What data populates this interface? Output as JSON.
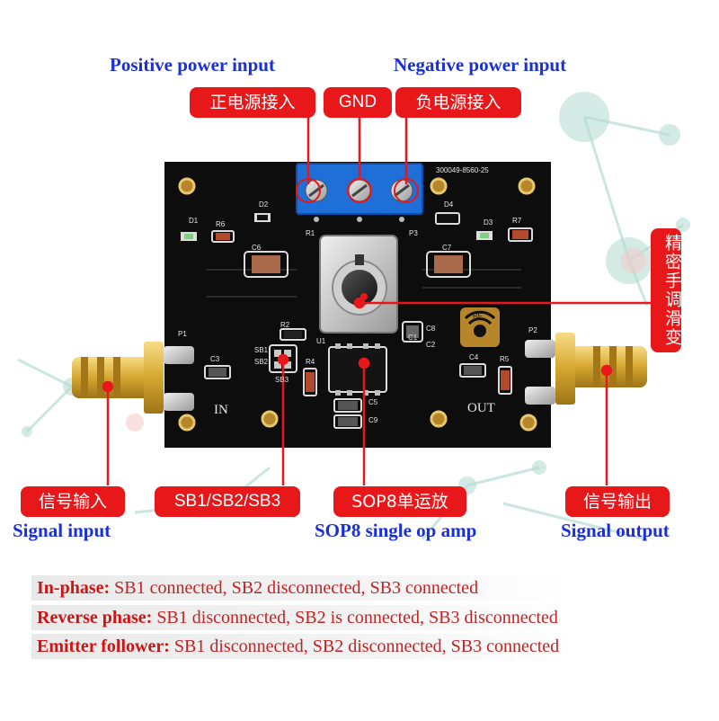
{
  "callouts": {
    "positive_power_en": "Positive power input",
    "negative_power_en": "Negative power input",
    "positive_power_cn": "正电源接入",
    "gnd": "GND",
    "negative_power_cn": "负电源接入",
    "precision_pot_cn": "精密手调滑变",
    "signal_input_cn": "信号输入",
    "signal_input_en": "Signal input",
    "solder_bridges": "SB1/SB2/SB3",
    "opamp_cn": "SOP8单运放",
    "opamp_en": "SOP8 single op amp",
    "signal_output_cn": "信号输出",
    "signal_output_en": "Signal output"
  },
  "board": {
    "code": "300049-8560-25",
    "in_label": "IN",
    "out_label": "OUT",
    "silkscreen": {
      "d1": "D1",
      "d2": "D2",
      "d3": "D3",
      "d4": "D4",
      "r1": "R1",
      "r2": "R2",
      "r4": "R4",
      "r5": "R5",
      "r6": "R6",
      "r7": "R7",
      "c1": "C1",
      "c2": "C2",
      "c3": "C3",
      "c4": "C4",
      "c5": "C5",
      "c6": "C6",
      "c7": "C7",
      "c8": "C8",
      "c9": "C9",
      "p1": "P1",
      "p2": "P2",
      "p3": "P3",
      "u1": "U1",
      "sb1": "SB1",
      "sb2": "SB2",
      "sb3": "SB3",
      "rf": "RF"
    }
  },
  "modes": [
    {
      "key": "In-phase:",
      "value": "SB1 connected, SB2 disconnected, SB3 connected"
    },
    {
      "key": "Reverse phase:",
      "value": "SB1 disconnected, SB2 is connected, SB3 disconnected"
    },
    {
      "key": "Emitter follower:",
      "value": "SB1 disconnected, SB2 disconnected, SB3 connected"
    }
  ],
  "colors": {
    "callout_red": "#e8171a",
    "english_blue": "#1a2fd6",
    "pcb_black": "#0d0d0d",
    "terminal_blue": "#1e6fd8",
    "gold": "#d6a730"
  }
}
